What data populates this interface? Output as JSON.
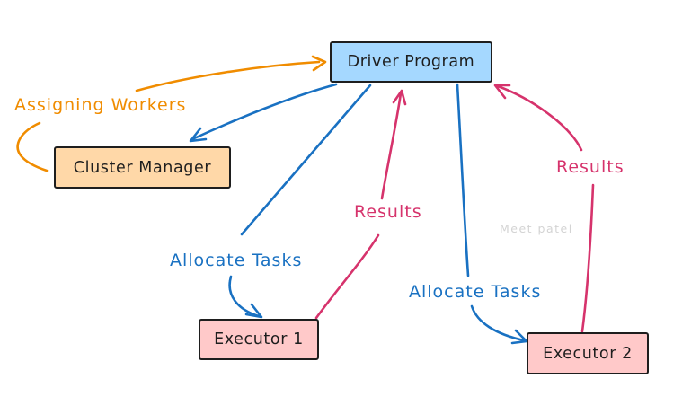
{
  "canvas": {
    "background": "#ffffff",
    "watermark": "Meet patel",
    "watermark_color": "#d4d4d4"
  },
  "colors": {
    "node_stroke": "#1e1e1e",
    "blue": "#1971c2",
    "orange": "#f08c00",
    "crimson": "#d6336c"
  },
  "nodes": {
    "driver": {
      "label": "Driver Program",
      "fill": "#a5d8ff"
    },
    "cluster_manager": {
      "label": "Cluster Manager",
      "fill": "#ffd8a8"
    },
    "executor1": {
      "label": "Executor 1",
      "fill": "#ffc9c9"
    },
    "executor2": {
      "label": "Executor 2",
      "fill": "#ffc9c9"
    }
  },
  "edges": {
    "assigning_workers": {
      "label": "Assigning Workers",
      "color": "#f08c00",
      "from": "Cluster Manager",
      "to": "Driver Program"
    },
    "driver_to_cluster": {
      "label": "",
      "color": "#1971c2",
      "from": "Driver Program",
      "to": "Cluster Manager"
    },
    "allocate_tasks_1": {
      "label": "Allocate Tasks",
      "color": "#1971c2",
      "from": "Driver Program",
      "to": "Executor 1"
    },
    "allocate_tasks_2": {
      "label": "Allocate Tasks",
      "color": "#1971c2",
      "from": "Driver Program",
      "to": "Executor 2"
    },
    "results_1": {
      "label": "Results",
      "color": "#d6336c",
      "from": "Executor 1",
      "to": "Driver Program"
    },
    "results_2": {
      "label": "Results",
      "color": "#d6336c",
      "from": "Executor 2",
      "to": "Driver Program"
    }
  }
}
